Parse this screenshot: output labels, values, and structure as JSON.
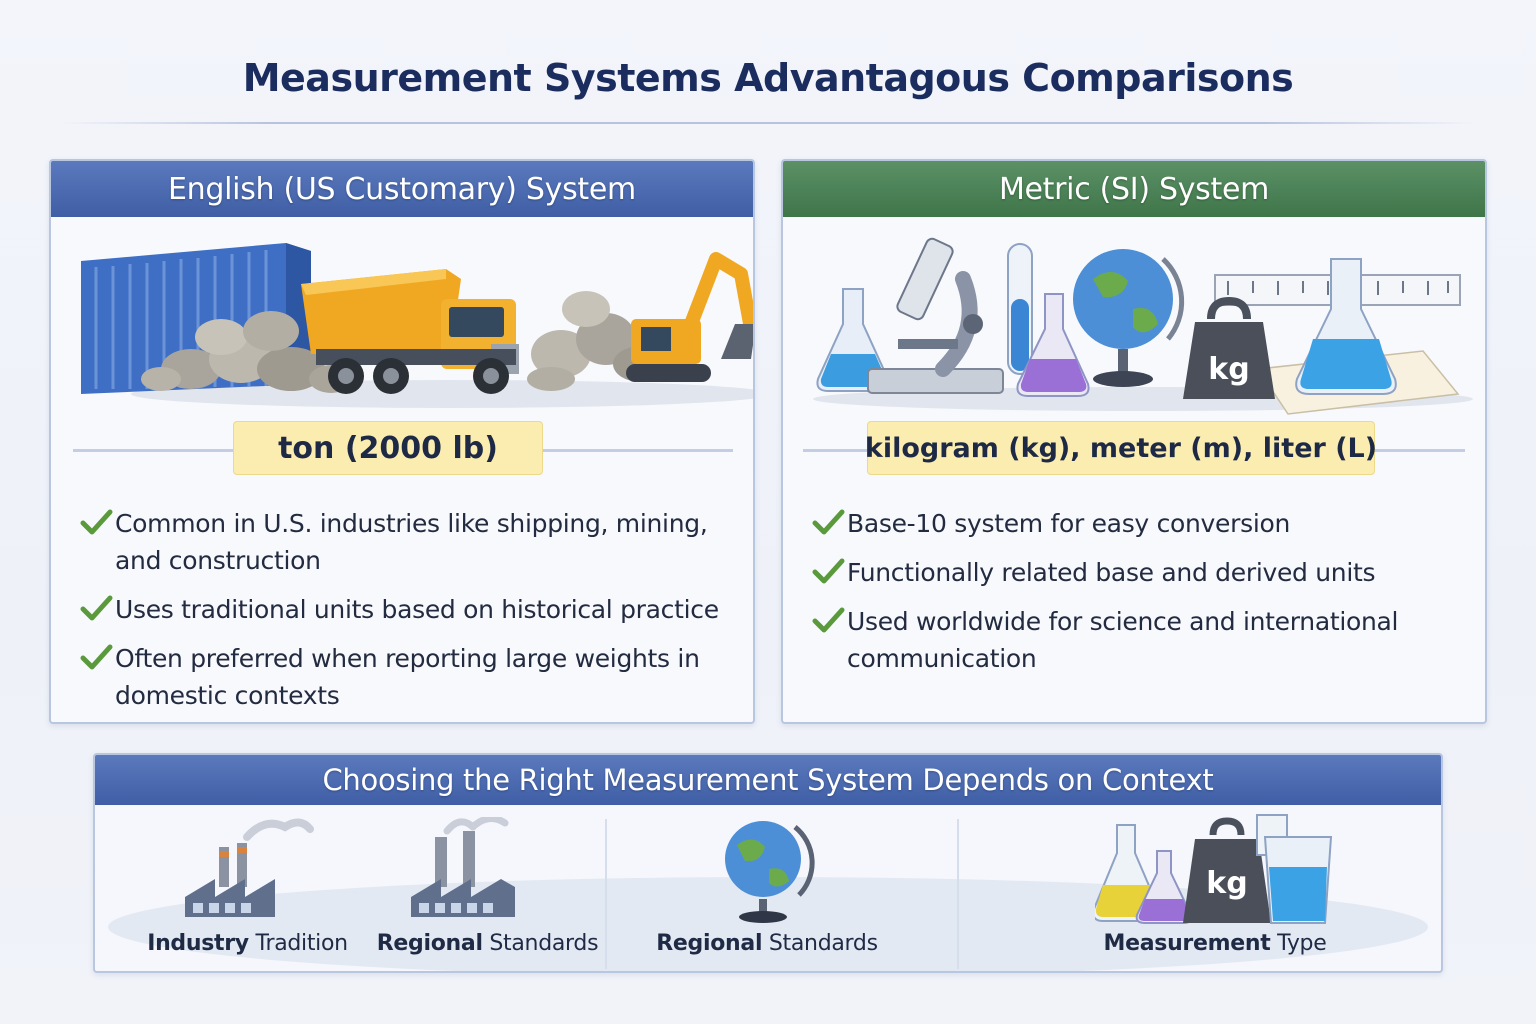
{
  "title": "Measurement Systems Advantagous Comparisons",
  "colors": {
    "title": "#1b2d5e",
    "english_header": "#4a69b0",
    "metric_header": "#4a8257",
    "badge": "#fbedb0",
    "check": "#5a9a3c"
  },
  "english": {
    "header": "English (US Customary) System",
    "unit": "ton (2000 lb)",
    "bullets": [
      "Common in U.S. industries like shipping, mining, and construction",
      "Uses traditional units based on historical practice",
      "Often preferred when reporting large weights in domestic contexts"
    ],
    "icons": [
      "shipping-container-icon",
      "dump-truck-icon",
      "rock-pile-icon",
      "excavator-icon"
    ]
  },
  "metric": {
    "header": "Metric (SI) System",
    "unit": "kilogram (kg), meter (m), liter (L)",
    "weight_label": "kg",
    "bullets": [
      "Base-10 system for easy conversion",
      "Functionally related base and derived units",
      "Used worldwide for science and international communication"
    ],
    "icons": [
      "flask-icon",
      "microscope-icon",
      "test-tube-icon",
      "globe-icon",
      "kg-weight-icon",
      "ruler-icon",
      "beaker-icon"
    ]
  },
  "context": {
    "header": "Choosing the Right Measurement System Depends on Context",
    "items": [
      {
        "bold": "Industry",
        "rest": " Tradition",
        "icon": "factory-icon"
      },
      {
        "bold": "Regional",
        "rest": " Standards",
        "icon": "factory-icon"
      },
      {
        "bold": "Regional",
        "rest": " Standards",
        "icon": "globe-icon"
      },
      {
        "bold": "Measurement",
        "rest": " Type",
        "icon": "lab-glassware-icon"
      }
    ],
    "weight_label": "kg"
  }
}
